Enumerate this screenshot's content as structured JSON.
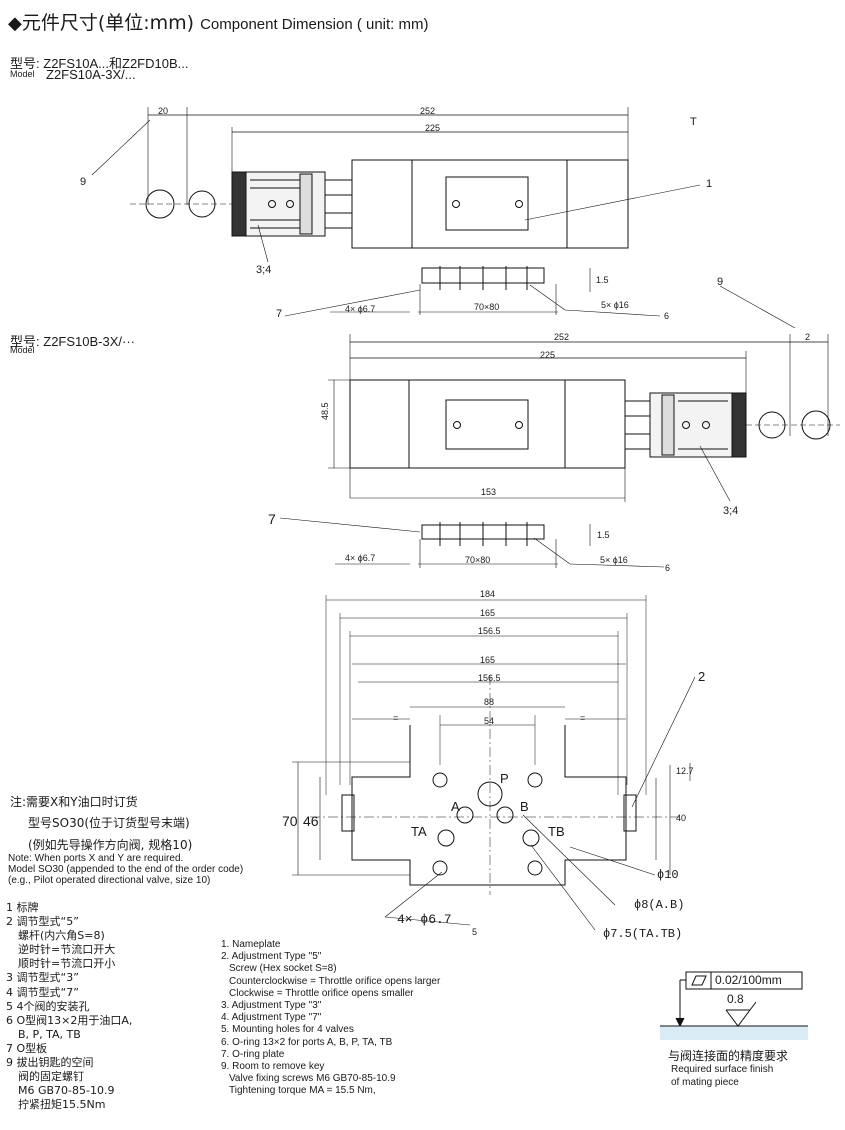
{
  "header": {
    "marker": "◆",
    "title_zh": "元件尺寸(单位:mm)",
    "title_en": "Component Dimension ( unit: mm)"
  },
  "model1": {
    "label": "型号:",
    "model_word": "Model",
    "line1": "Z2FS10A...和Z2FD10B...",
    "line2": "Z2FS10A-3X/..."
  },
  "model2": {
    "label": "型号:",
    "model_word": "Model",
    "line1": "Z2FS10B-3X/···"
  },
  "view1": {
    "dim_total": "252",
    "dim_body": "225",
    "dim_knob": "20",
    "t_label": "T",
    "ref_1": "1",
    "ref_9": "9",
    "ref_34": "3;4"
  },
  "plate1": {
    "ref_7": "7",
    "holes": "4× ϕ6.7",
    "pitch": "70×80",
    "orings": "5× ϕ16",
    "thick": "1.5",
    "ref_6": "6"
  },
  "view2": {
    "dim_total": "252",
    "dim_body": "225",
    "dim_knob": "2",
    "height": "48.5",
    "length": "153",
    "ref_9": "9",
    "ref_34": "3;4"
  },
  "plate2": {
    "ref_7": "7",
    "holes": "4× ϕ6.7",
    "pitch": "70×80",
    "orings": "5× ϕ16",
    "thick": "1.5",
    "ref_6": "6"
  },
  "view3": {
    "dims": [
      "184",
      "165",
      "156.5",
      "165",
      "156.5",
      "88",
      "54"
    ],
    "equal_sign": "=",
    "height_70": "70",
    "height_46": "46",
    "height_40": "40",
    "height_127": "12.7",
    "ports": [
      "P",
      "A",
      "B",
      "TA",
      "TB"
    ],
    "ref_2": "2",
    "ref_5": "5",
    "holes": "4× ϕ6.7",
    "d10": "ϕ10",
    "d8": "ϕ8(A.B)",
    "d75": "ϕ7.5(TA.TB)"
  },
  "note": {
    "zh": [
      "注:需要X和Y油口时订货",
      "型号SO30(位于订货型号末端)",
      "(例如先导操作方向阀, 规格10)"
    ],
    "en": [
      "Note: When ports X and Y are required.",
      "Model SO30 (appended to the end of the order code)",
      "(e.g., Pilot operated directional valve, size 10)"
    ]
  },
  "legend_zh": [
    "1 标牌",
    "2 调节型式“5”",
    "螺杆(内六角S=8)",
    "逆时针=节流口开大",
    "顺时针=节流口开小",
    "3 调节型式“3”",
    "4 调节型式“7”",
    "5 4个阀的安装孔",
    "6 O型阀13×2用于油口A,",
    "B, P, TA, TB",
    "7 O型板",
    "9 拔出钥匙的空间",
    "阀的固定螺钉",
    "M6 GB70-85-10.9",
    "拧紧扭矩15.5Nm"
  ],
  "legend_en": [
    "1. Nameplate",
    "2. Adjustment Type \"5\"",
    "Screw (Hex socket S=8)",
    "Counterclockwise = Throttle orifice opens larger",
    "Clockwise = Throttle orifice opens smaller",
    "3. Adjustment Type \"3\"",
    "4. Adjustment Type \"7\"",
    "5. Mounting holes for 4 valves",
    "6. O-ring 13×2 for ports A, B, P, TA, TB",
    "7. O-ring plate",
    "9. Room to remove key",
    "Valve fixing screws M6 GB70-85-10.9",
    "Tightening torque MA = 15.5 Nm,"
  ],
  "surface": {
    "flatness": "0.02/100mm",
    "roughness": "0.8",
    "zh": "与阀连接面的精度要求",
    "en1": "Required surface finish",
    "en2": "of mating piece"
  }
}
